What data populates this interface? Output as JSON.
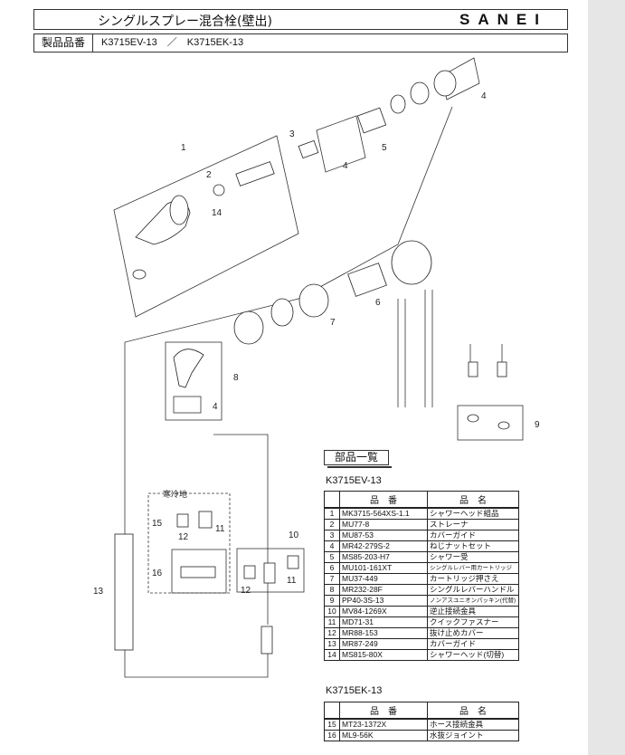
{
  "header": {
    "title": "シングルスプレー混合栓(壁出)",
    "brand": "SANEI",
    "product_label": "製品品番",
    "product_numbers": "K3715EV-13　／　K3715EK-13"
  },
  "diagram": {
    "callouts": [
      "1",
      "2",
      "14",
      "3",
      "4",
      "5",
      "4",
      "6",
      "7",
      "8",
      "4",
      "9",
      "15",
      "12",
      "11",
      "16",
      "10",
      "12",
      "11",
      "13"
    ],
    "cold_region_label": "寒冷地"
  },
  "parts_list": {
    "title": "部品一覧",
    "table1": {
      "caption": "K3715EV-13",
      "headers": [
        "",
        "品　番",
        "品　名"
      ],
      "rows": [
        [
          "1",
          "MK3715-564XS-1.1",
          "シャワーヘッド組品"
        ],
        [
          "2",
          "MU77-8",
          "ストレーナ"
        ],
        [
          "3",
          "MU87-53",
          "カバーガイド"
        ],
        [
          "4",
          "MR42-279S-2",
          "ねじナットセット"
        ],
        [
          "5",
          "MS85-203-H7",
          "シャワー受"
        ],
        [
          "6",
          "MU101-161XT",
          "シングルレバー用カートリッジ"
        ],
        [
          "7",
          "MU37-449",
          "カートリッジ押さえ"
        ],
        [
          "8",
          "MR232-28F",
          "シングルレバーハンドル"
        ],
        [
          "9",
          "PP40-3S-13",
          "ノンアスユニオンパッキン(代替)"
        ],
        [
          "10",
          "MV84-1269X",
          "逆止接続金具"
        ],
        [
          "11",
          "MD71-31",
          "クイックファスナー"
        ],
        [
          "12",
          "MR88-153",
          "抜け止めカバー"
        ],
        [
          "13",
          "MR87-249",
          "カバーガイド"
        ],
        [
          "14",
          "MS815-80X",
          "シャワーヘッド(切替)"
        ]
      ]
    },
    "table2": {
      "caption": "K3715EK-13",
      "headers": [
        "",
        "品　番",
        "品　名"
      ],
      "rows": [
        [
          "15",
          "MT23-1372X",
          "ホース接続金具"
        ],
        [
          "16",
          "ML9-56K",
          "水抜ジョイント"
        ]
      ]
    }
  }
}
